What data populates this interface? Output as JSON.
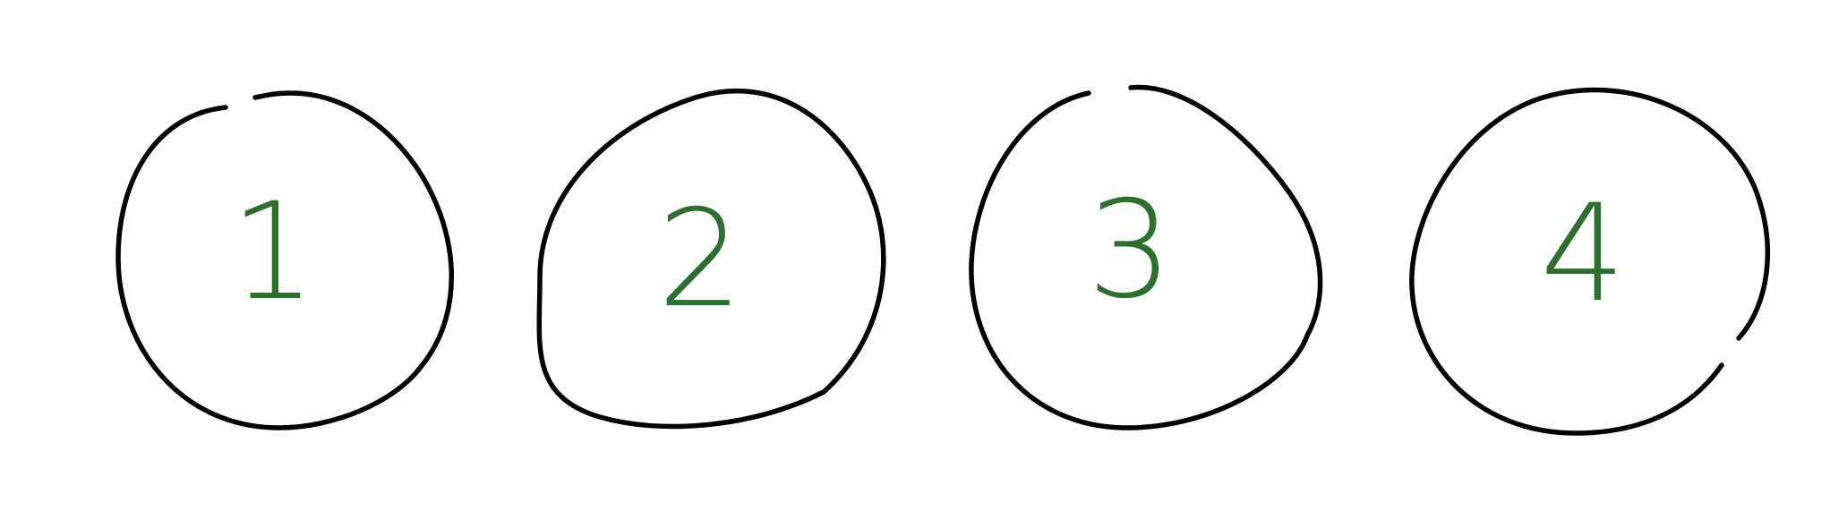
{
  "accent_color": "#2e6e2e",
  "stroke_color": "#000000",
  "items": [
    {
      "label": "1"
    },
    {
      "label": "2"
    },
    {
      "label": "3"
    },
    {
      "label": "4"
    }
  ]
}
